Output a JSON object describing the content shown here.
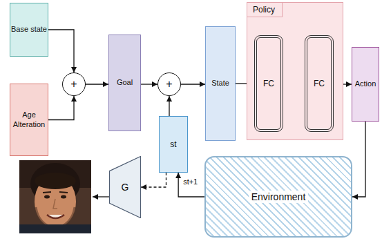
{
  "diagram": {
    "nodes": [
      {
        "text": [
          "Base state"
        ]
      },
      {
        "text": [
          "Age Alteration"
        ]
      },
      {
        "text": [
          "+"
        ]
      },
      {
        "text": [
          "Goal"
        ]
      },
      {
        "text": [
          "+"
        ]
      },
      {
        "text": [
          "st"
        ]
      },
      {
        "text": [
          "State"
        ]
      },
      {
        "text": [
          "Policy"
        ]
      },
      {
        "text": [
          "FC"
        ],
        "in": 7
      },
      {
        "text": [
          "FC"
        ],
        "in": 7
      },
      {
        "text": [
          "Action"
        ]
      },
      {
        "text": [
          "Environment"
        ]
      },
      {
        "text": [
          "G"
        ]
      }
    ],
    "edges": [
      {
        "from": 0,
        "to": 2,
        "arrow": "to"
      },
      {
        "from": 1,
        "to": 2,
        "arrow": "to"
      },
      {
        "from": 2,
        "to": 3,
        "arrow": "to"
      },
      {
        "from": 3,
        "to": 4,
        "arrow": "to"
      },
      {
        "from": 5,
        "to": 4,
        "arrow": "to"
      },
      {
        "from": 4,
        "to": 6,
        "arrow": "to"
      },
      {
        "from": 6,
        "to": 8,
        "arrow": "to"
      },
      {
        "from": 8,
        "to": 9,
        "arrow": "to"
      },
      {
        "from": 9,
        "to": 10,
        "arrow": "to"
      },
      {
        "from": 10,
        "to": 11,
        "arrow": "to"
      },
      {
        "from": 11,
        "to": 5,
        "label": "st+1",
        "arrow": "to"
      },
      {
        "from": 5,
        "to": 12,
        "arrow": "to"
      }
    ]
  }
}
